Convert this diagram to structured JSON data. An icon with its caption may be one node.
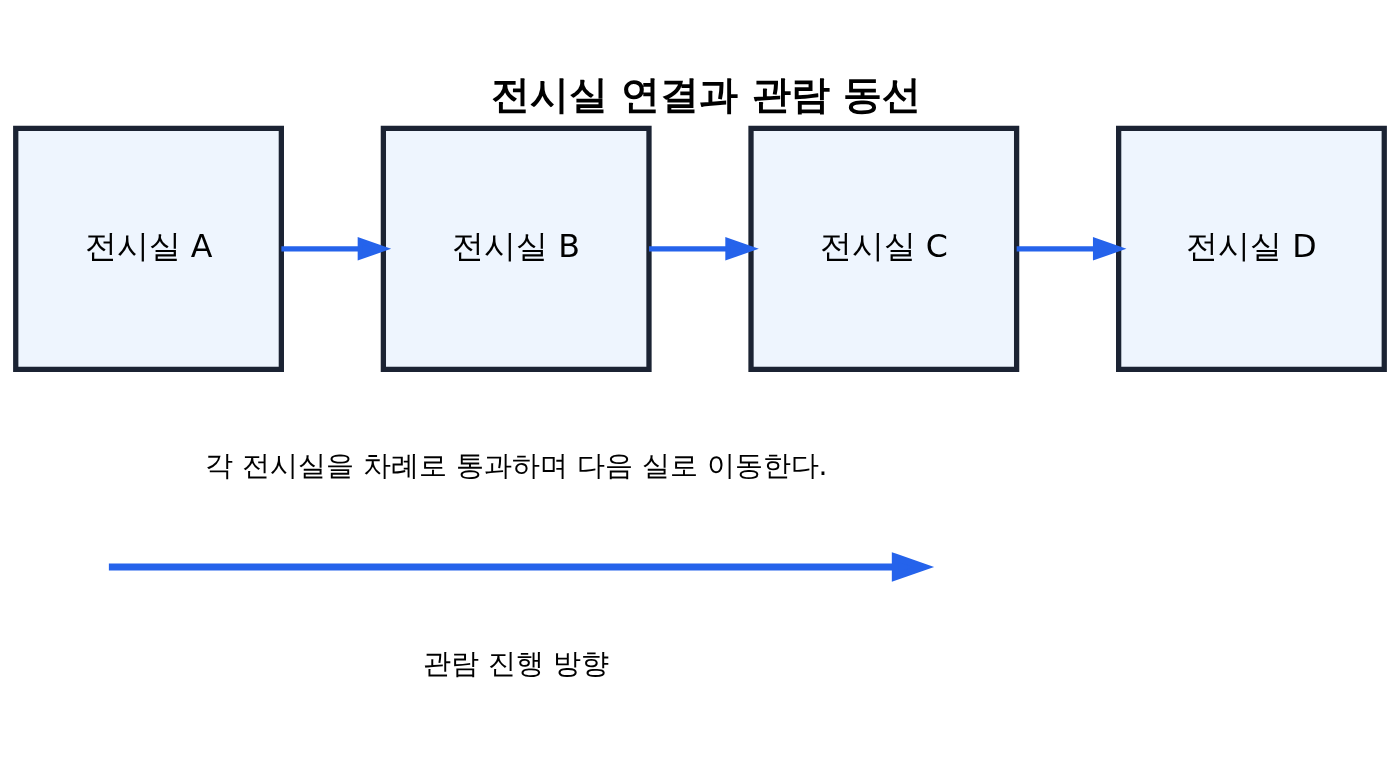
{
  "diagram": {
    "title": "전시실 연결과 관람 동선",
    "nodes": [
      {
        "text": [
          "전시실 A"
        ]
      },
      {
        "text": [
          "전시실 B"
        ]
      },
      {
        "text": [
          "전시실 C"
        ]
      },
      {
        "text": [
          "전시실 D"
        ]
      }
    ],
    "edges": [
      {
        "from": 0,
        "to": 1,
        "arrow": "to"
      },
      {
        "from": 1,
        "to": 2,
        "arrow": "to"
      },
      {
        "from": 2,
        "to": 3,
        "arrow": "to"
      }
    ],
    "labels": [
      "각 전시실을 차례로 통과하며 다음 실로 이동한다.",
      "관람 진행 방향"
    ]
  }
}
